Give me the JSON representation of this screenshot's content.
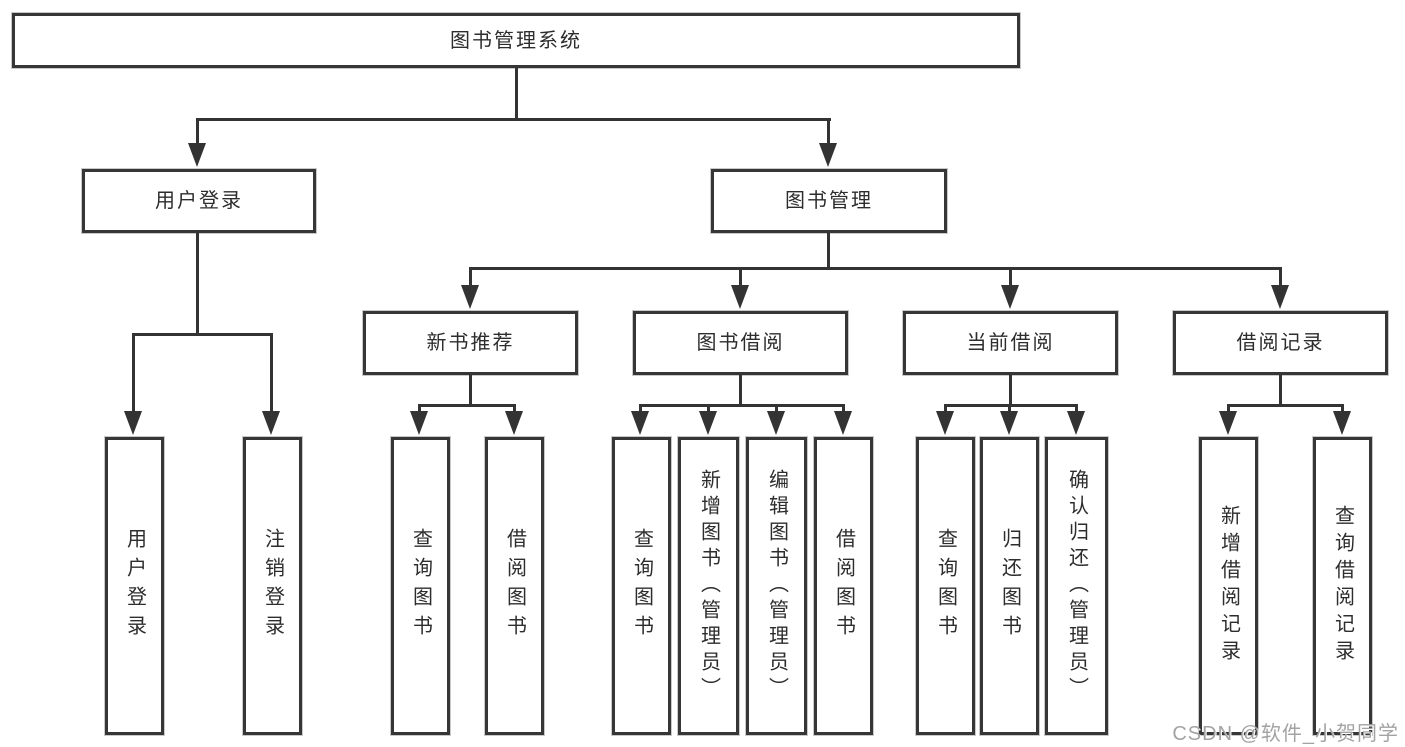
{
  "diagram": {
    "root_label": "图书管理系统",
    "level2": {
      "user_login": "用户登录",
      "book_mgmt": "图书管理"
    },
    "level3": {
      "new_book_rec": "新书推荐",
      "book_borrow": "图书借阅",
      "current_borrow": "当前借阅",
      "borrow_records": "借阅记录"
    },
    "leaves": {
      "login": "用户登录",
      "logout": "注销登录",
      "rec_query_book": "查询图书",
      "rec_borrow_book": "借阅图书",
      "bb_query_book": "查询图书",
      "bb_add_book": "新增图书（管理员）",
      "bb_edit_book": "编辑图书（管理员）",
      "bb_borrow_book": "借阅图书",
      "cb_query_book": "查询图书",
      "cb_return_book": "归还图书",
      "cb_confirm_return": "确认归还（管理员）",
      "br_add_record": "新增借阅记录",
      "br_query_record": "查询借阅记录"
    }
  },
  "watermark": {
    "text": "CSDN @软件_小贺同学",
    "color": "#a3a3a3"
  },
  "colors": {
    "line": "#333333",
    "box_border": "#363636",
    "box_fill": "#ffffff",
    "text": "#2d2d2d",
    "background": "#ffffff"
  }
}
